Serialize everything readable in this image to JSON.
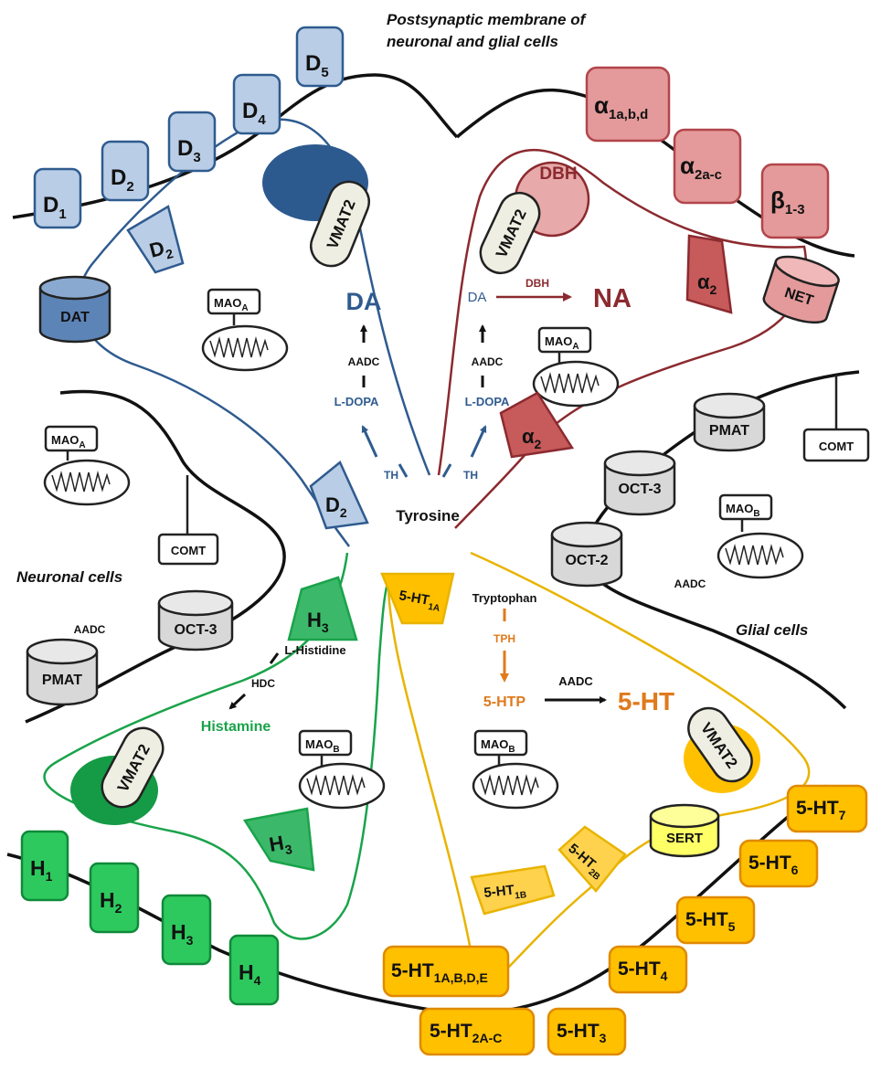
{
  "regions": {
    "postsynaptic": [
      "Postsynaptic membrane of",
      "neuronal and glial cells"
    ],
    "neuronal": "Neuronal cells",
    "glial": "Glial cells"
  },
  "receptors": {
    "dopamine": [
      {
        "main": "D",
        "sub": "1"
      },
      {
        "main": "D",
        "sub": "2"
      },
      {
        "main": "D",
        "sub": "3"
      },
      {
        "main": "D",
        "sub": "4"
      },
      {
        "main": "D",
        "sub": "5"
      }
    ],
    "adrenergic": [
      {
        "main": "α",
        "sub": "1a,b,d"
      },
      {
        "main": "α",
        "sub": "2a-c"
      },
      {
        "main": "β",
        "sub": "1-3"
      }
    ],
    "histamine": [
      {
        "main": "H",
        "sub": "1"
      },
      {
        "main": "H",
        "sub": "2"
      },
      {
        "main": "H",
        "sub": "3"
      },
      {
        "main": "H",
        "sub": "4"
      }
    ],
    "serotonin": [
      {
        "main": "5-HT",
        "sub": "1A,B,D,E"
      },
      {
        "main": "5-HT",
        "sub": "2A-C"
      },
      {
        "main": "5-HT",
        "sub": "3"
      },
      {
        "main": "5-HT",
        "sub": "4"
      },
      {
        "main": "5-HT",
        "sub": "5"
      },
      {
        "main": "5-HT",
        "sub": "6"
      },
      {
        "main": "5-HT",
        "sub": "7"
      }
    ]
  },
  "autoreceptors": {
    "d2": {
      "main": "D",
      "sub": "2"
    },
    "a2": {
      "main": "α",
      "sub": "2"
    },
    "h3": {
      "main": "H",
      "sub": "3"
    },
    "ht1a": {
      "main": "5-HT",
      "sub": "1A"
    },
    "ht1b": {
      "main": "5-HT",
      "sub": "1B"
    },
    "ht2b": {
      "main": "5-HT",
      "sub": "2B"
    }
  },
  "enzymes": {
    "mao_main": "MAO",
    "mao_a": "A",
    "mao_b": "B",
    "comt": "COMT",
    "aadc": "AADC",
    "dbh": "DBH",
    "th": "TH",
    "hdc": "HDC",
    "tph": "TPH"
  },
  "transporters": {
    "dat": "DAT",
    "net": "NET",
    "sert": "SERT",
    "vmat2": "VMAT2",
    "pmat": "PMAT",
    "oct3": "OCT-3",
    "oct2": "OCT-2"
  },
  "metabolites": {
    "tyrosine": "Tyrosine",
    "ldopa": "L-DOPA",
    "da": "DA",
    "na": "NA",
    "lhistidine": "L-Histidine",
    "histamine": "Histamine",
    "tryptophan": "Tryptophan",
    "htp": "5-HTP",
    "ht": "5-HT"
  },
  "colors": {
    "dopamine": "#2f5b8f",
    "dopamine_fill": "#b9cde6",
    "dopamine_dark": "#2d5a8e",
    "adrenergic": "#8b2a2f",
    "adrenergic_fill": "#e49a9a",
    "histamine": "#1aa34a",
    "histamine_fill": "#2ec95e",
    "serotonin": "#e8b400",
    "serotonin_fill": "#ffc000",
    "orange_text": "#e07a1c"
  }
}
